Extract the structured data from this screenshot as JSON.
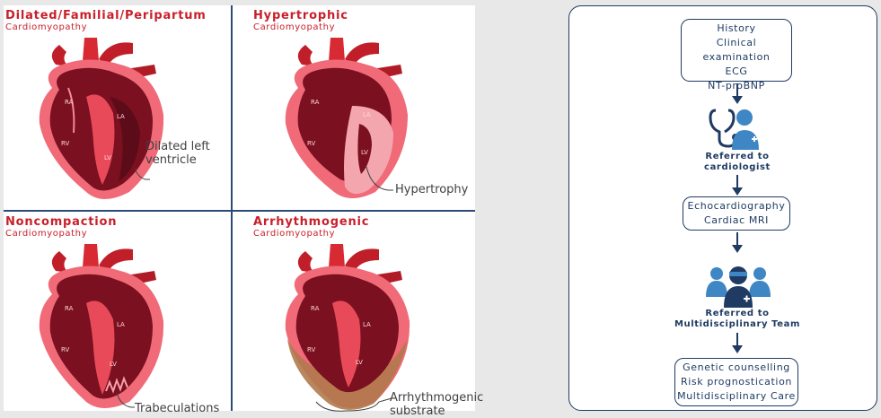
{
  "panels": [
    {
      "title": "Dilated/Familial/Peripartum",
      "subtitle": "Cardiomyopathy",
      "callout": "Dilated left\nventricle"
    },
    {
      "title": "Hypertrophic",
      "subtitle": "Cardiomyopathy",
      "callout": "Hypertrophy"
    },
    {
      "title": "Noncompaction",
      "subtitle": "Cardiomyopathy",
      "callout": "Trabeculations"
    },
    {
      "title": "Arrhythmogenic",
      "subtitle": "Cardiomyopathy",
      "callout": "Arrhythmogenic\nsubstrate"
    }
  ],
  "chambers": {
    "ra": "RA",
    "la": "LA",
    "rv": "RV",
    "lv": "LV"
  },
  "flow": {
    "step1": [
      "History",
      "Clinical examination",
      "ECG",
      "NT-proBNP"
    ],
    "step2": "Referred to\ncardiologist",
    "step3": [
      "Echocardiography",
      "Cardiac MRI"
    ],
    "step4": "Referred to\nMultidisciplinary Team",
    "step5": [
      "Genetic counselling",
      "Risk prognostication",
      "Multidisciplinary Care"
    ]
  },
  "colors": {
    "accent_red": "#c8202a",
    "navy": "#1f3b63",
    "icon_blue": "#3f86c4"
  }
}
